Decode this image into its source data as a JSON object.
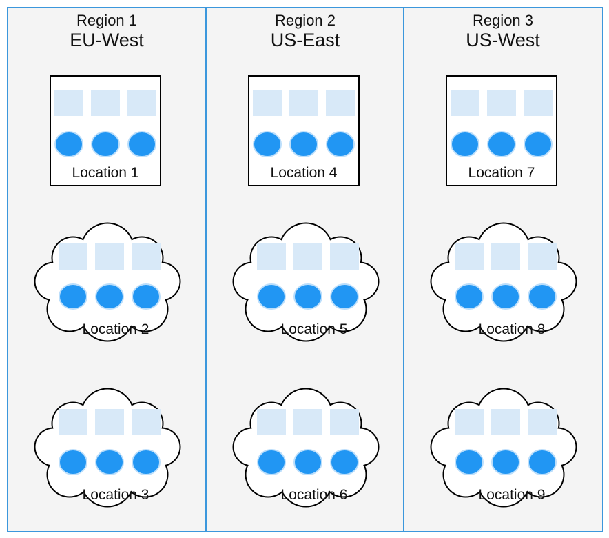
{
  "colors": {
    "panel_fill": "#f4f4f4",
    "panel_border": "#3b97dc",
    "square_fill": "#d8e9f8",
    "circle_fill": "#2196f3",
    "circle_stroke": "#bbdefb",
    "location_border": "#000000"
  },
  "regions": [
    {
      "label": "Region 1",
      "name": "EU-West",
      "locations": [
        {
          "label": "Location 1",
          "shape": "box"
        },
        {
          "label": "Location 2",
          "shape": "cloud"
        },
        {
          "label": "Location 3",
          "shape": "cloud"
        }
      ]
    },
    {
      "label": "Region 2",
      "name": "US-East",
      "locations": [
        {
          "label": "Location 4",
          "shape": "box"
        },
        {
          "label": "Location 5",
          "shape": "cloud"
        },
        {
          "label": "Location 6",
          "shape": "cloud"
        }
      ]
    },
    {
      "label": "Region 3",
      "name": "US-West",
      "locations": [
        {
          "label": "Location 7",
          "shape": "box"
        },
        {
          "label": "Location 8",
          "shape": "cloud"
        },
        {
          "label": "Location 9",
          "shape": "cloud"
        }
      ]
    }
  ]
}
